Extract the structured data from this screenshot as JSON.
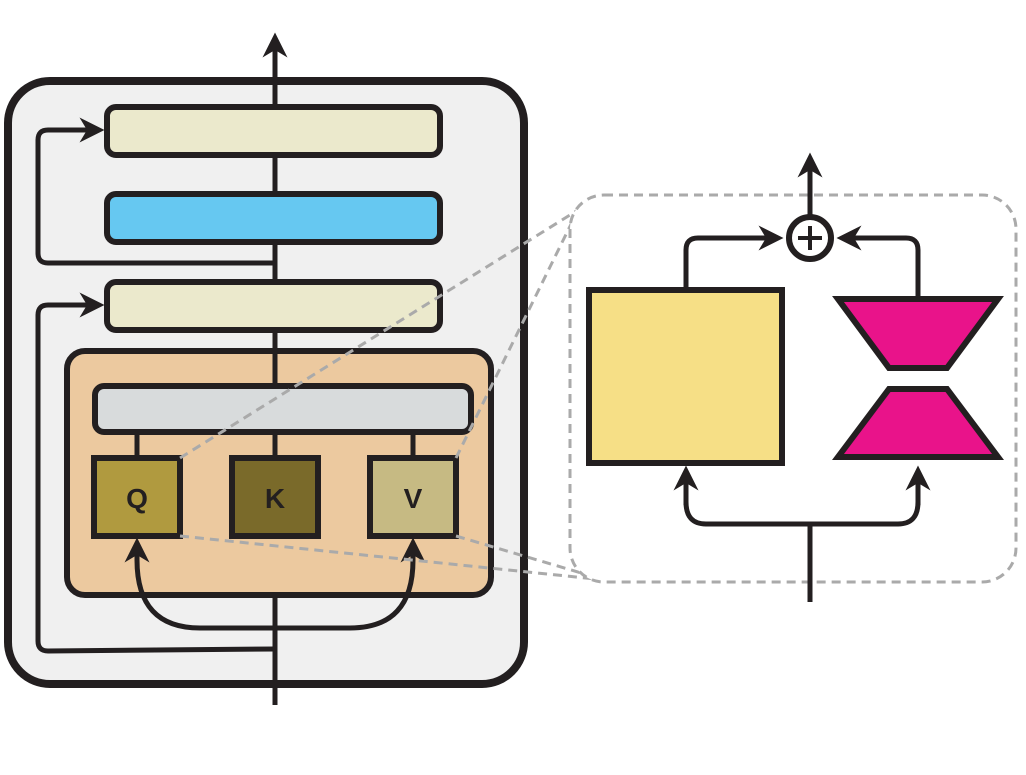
{
  "block": {
    "projections": [
      {
        "key": "q",
        "label": "Q",
        "color": "#b09a3f"
      },
      {
        "key": "k",
        "label": "K",
        "color": "#7a6a2a"
      },
      {
        "key": "v",
        "label": "V",
        "color": "#c6ba83"
      }
    ]
  },
  "colors": {
    "stroke": "#231f20",
    "outer_fill": "#f0f0f0",
    "norm": "#ebe9cc",
    "ffn": "#66c8f1",
    "attention_region": "#ecc99f",
    "attention_core": "#d8dbdc",
    "dense": "#f6df86",
    "adapter": "#e9138a",
    "callout_dash": "#aaaaaa"
  },
  "icons": {
    "merge": "circle-plus-icon",
    "arrow": "arrowhead-icon"
  }
}
